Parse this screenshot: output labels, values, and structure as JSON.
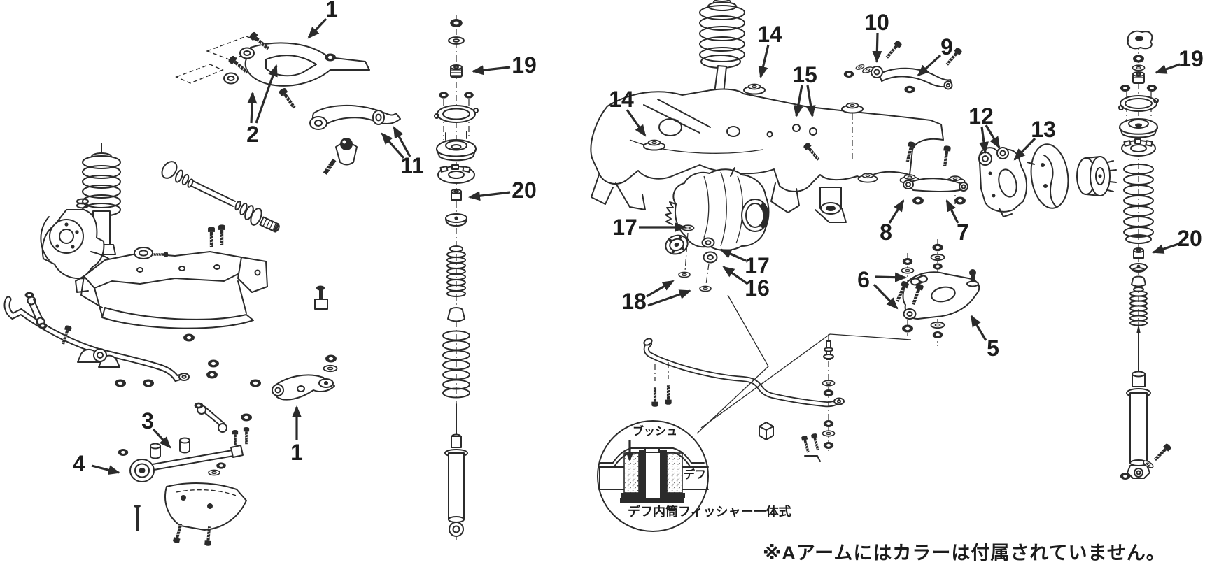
{
  "figure": {
    "type": "exploded-parts-diagram",
    "subject": "vehicle front and rear suspension exploded view",
    "colors": {
      "background": "#ffffff",
      "line": "#2b2b2b"
    },
    "callouts": [
      {
        "label": "1"
      },
      {
        "label": "2"
      },
      {
        "label": "11"
      },
      {
        "label": "19"
      },
      {
        "label": "20"
      },
      {
        "label": "3"
      },
      {
        "label": "4"
      },
      {
        "label": "1"
      },
      {
        "label": "14"
      },
      {
        "label": "14"
      },
      {
        "label": "15"
      },
      {
        "label": "10"
      },
      {
        "label": "9"
      },
      {
        "label": "12"
      },
      {
        "label": "13"
      },
      {
        "label": "19"
      },
      {
        "label": "20"
      },
      {
        "label": "17"
      },
      {
        "label": "17"
      },
      {
        "label": "16"
      },
      {
        "label": "18"
      },
      {
        "label": "8"
      },
      {
        "label": "7"
      },
      {
        "label": "6"
      },
      {
        "label": "5"
      }
    ],
    "inset": {
      "bush_label": "ブッシュ",
      "diff_label": "デフ",
      "caption": "デフ内筒フィッシャー一体式"
    },
    "footnote": "※Aアームにはカラーは付属されていません。"
  }
}
